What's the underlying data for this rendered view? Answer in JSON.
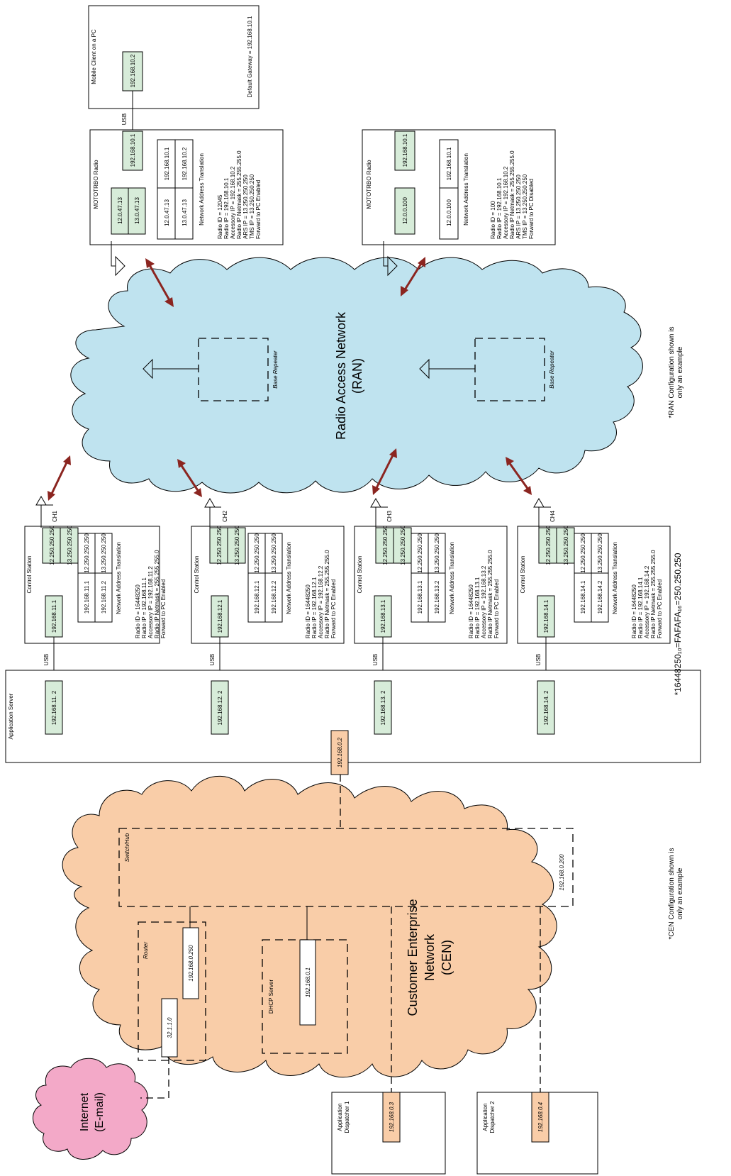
{
  "cen_cloud": {
    "title": [
      "Customer Enterprise",
      "Network",
      "(CEN)"
    ],
    "color": "#f9cda8"
  },
  "ran_cloud": {
    "title": [
      "Radio Access Network",
      "(RAN)"
    ],
    "color": "#bfe3ef"
  },
  "internet": {
    "title": [
      "Internet",
      "(E-mail)"
    ],
    "color": "#f3a9c8"
  },
  "notes": {
    "ran_note": [
      "*RAN Configuration shown is",
      "only an example"
    ],
    "cen_note": [
      "*CEN Configuration shown is",
      "only an example"
    ],
    "id_note": "*16448250₁₀=FAFAFA₁₆=250.250.250"
  },
  "mobile_client": {
    "title": "Mobile Client on a PC",
    "ip": "192.168.10.2",
    "gateway": "Default Gateway = 192.168.10.1"
  },
  "mototrbo_radio_1": {
    "title": "MOTOTRBO Radio",
    "ips": [
      "12.0.47.13",
      "13.0.47.13"
    ],
    "usb_ip": "192.168.10.1",
    "usb_label": "USB",
    "nat_table": [
      [
        "12.0.47.13",
        "192.168.10.1"
      ],
      [
        "13.0.47.13",
        "192.168.10.2"
      ]
    ],
    "nat_label": "Network Address Translation",
    "details": [
      "Radio ID = 12045",
      "Radio IP = 192.168.10.1",
      "Accessory IP = 192.168.10.2",
      "Radio IP Netmask = 255.255.255.0",
      "ARS IP = 13.250.250.250",
      "TMS IP = 13.250.250.250",
      "Forward to PC Enabled"
    ]
  },
  "mototrbo_radio_2": {
    "title": "MOTOTRBO Radio",
    "ip": "12.0.0.100",
    "usb_ip": "192.168.10.1",
    "nat_table": [
      [
        "12.0.0.100",
        "192.168.10.1"
      ]
    ],
    "nat_label": "Network Address Translation",
    "details": [
      "Radio ID = 100",
      "Radio IP = 192.168.10.1",
      "Accessory IP = 192.168.10.2",
      "Radio IP Netmask = 255.255.255.0",
      "ARS IP = 13.250.250.250",
      "TMS IP = 13.250.250.250",
      "Forward to PC Disabled"
    ]
  },
  "base_repeater": "Base Repeater",
  "application_server": {
    "title": "Application Server",
    "lan_ip": "192.168.0.2",
    "ips": [
      "192.168.11. 2",
      "192.168.12. 2",
      "192.168.13. 2",
      "192.168.14. 2"
    ]
  },
  "control_stations": [
    {
      "title": "Control Station",
      "channel": "CH1",
      "usb_ip": "192.168.11.1",
      "ips": [
        "12.250.250.250",
        "13.250.250.250"
      ],
      "nat_table": [
        [
          "192.168.11.1",
          "12.250.250.250"
        ],
        [
          "192.168.11.2",
          "13.250.250.250"
        ]
      ],
      "nat_label": "Network Address Translation",
      "details": [
        "Radio ID = 16448250",
        "Radio IP = 192.168.11.1",
        "Accessory IP = 192.168.11.2",
        "Radio IP Netmask = 255.255.255.0",
        "Forward to PC Enabled"
      ]
    },
    {
      "title": "Control Station",
      "channel": "CH2",
      "usb_ip": "192.168.12.1",
      "ips": [
        "12.250.250.250",
        "13.250.250.250"
      ],
      "nat_table": [
        [
          "192.168.12.1",
          "12.250.250.250"
        ],
        [
          "192.168.12.2",
          "13.250.250.250"
        ]
      ],
      "nat_label": "Network Address Translation",
      "details": [
        "Radio ID = 16448250",
        "Radio IP = 192.168.12.1",
        "Accessory IP = 192.168.12.2",
        "Radio IP Netmask = 255.255.255.0",
        "Forward to PC Enabled"
      ]
    },
    {
      "title": "Control Station",
      "channel": "CH3",
      "usb_ip": "192.168.13.1",
      "ips": [
        "12.250.250.250",
        "13.250.250.250"
      ],
      "nat_table": [
        [
          "192.168.13.1",
          "12.250.250.250"
        ],
        [
          "192.168.13.2",
          "13.250.250.250"
        ]
      ],
      "nat_label": "Network Address Translation",
      "details": [
        "Radio ID = 16448250",
        "Radio IP = 192.168.13.1",
        "Accessory IP = 192.168.13.2",
        "Radio IP Netmask = 255.255.255.0",
        "Forward to PC Enabled"
      ]
    },
    {
      "title": "Control Station",
      "channel": "CH4",
      "usb_ip": "192.168.14.1",
      "ips": [
        "12.250.250.250",
        "13.250.250.250"
      ],
      "nat_table": [
        [
          "192.168.14.1",
          "12.250.250.250"
        ],
        [
          "192.168.14.2",
          "13.250.250.250"
        ]
      ],
      "nat_label": "Network Address Translation",
      "details": [
        "Radio ID = 16448250",
        "Radio IP = 192.168.14.1",
        "Accessory IP = 192.168.14.2",
        "Radio IP Netmask = 255.255.255.0",
        "Forward to PC Enabled"
      ]
    }
  ],
  "usb_label": "USB",
  "switch_hub": {
    "title": "Switch/Hub",
    "ip": "192.168.0.200"
  },
  "router": {
    "title": "Router",
    "lan_ip": "192.168.0.250",
    "wan_ip": "32.1.1.0"
  },
  "dhcp_server": {
    "title": "DHCP Server",
    "ip": "192.168.0.1"
  },
  "dispatchers": [
    {
      "title": [
        "Application",
        "Dispatcher 1"
      ],
      "ip": "192.168.0.3"
    },
    {
      "title": [
        "Application",
        "Dispatcher 2"
      ],
      "ip": "192.168.0.4"
    }
  ]
}
